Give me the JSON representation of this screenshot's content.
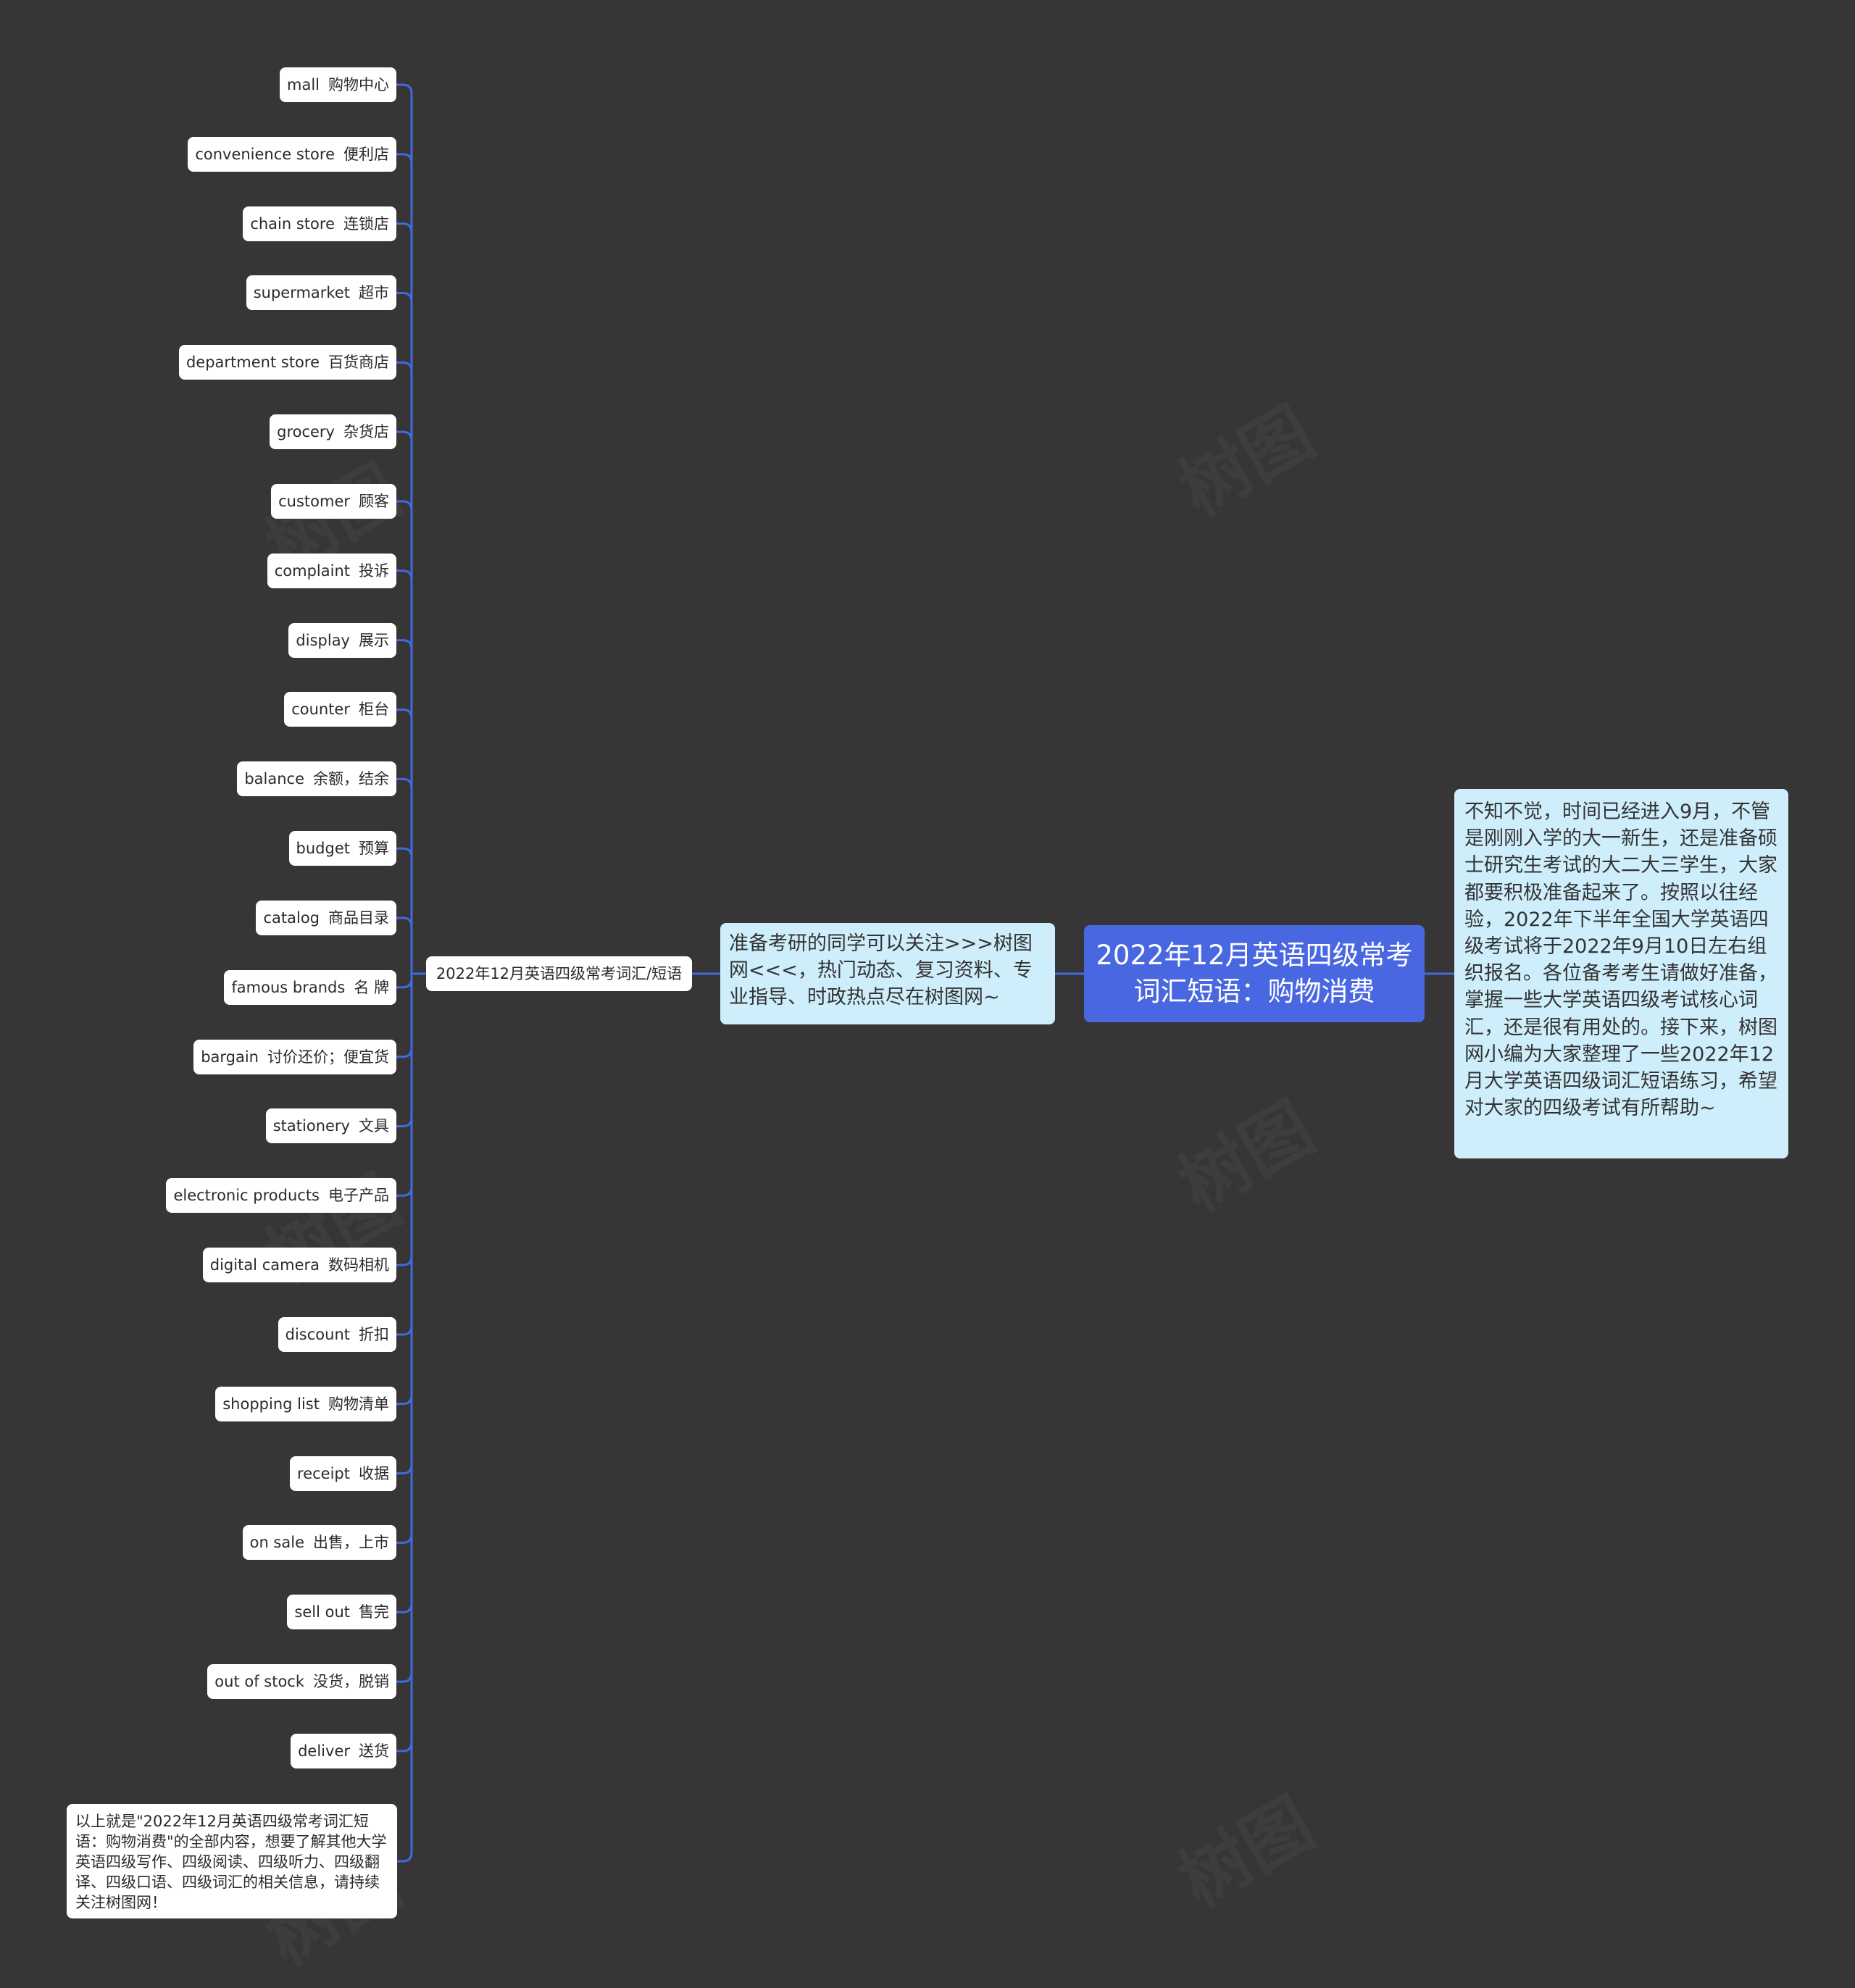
{
  "root": {
    "title": "2022年12月英语四级常考词汇短语：购物消费"
  },
  "description": "不知不觉，时间已经进入9月，不管是刚刚入学的大一新生，还是准备硕士研究生考试的大二大三学生，大家都要积极准备起来了。按照以往经验，2022年下半年全国大学英语四级考试将于2022年9月10日左右组织报名。各位备考考生请做好准备，掌握一些大学英语四级考试核心词汇，还是很有用处的。接下来，树图网小编为大家整理了一些2022年12月大学英语四级词汇短语练习，希望对大家的四级考试有所帮助~",
  "middle": {
    "text": "准备考研的同学可以关注>>>树图网<<<，热门动态、复习资料、专业指导、时政热点尽在树图网~"
  },
  "branch": {
    "label": "2022年12月英语四级常考词汇/短语"
  },
  "vocab": [
    {
      "en": "mall",
      "zh": "购物中心"
    },
    {
      "en": "convenience store",
      "zh": "便利店"
    },
    {
      "en": "chain store",
      "zh": "连锁店"
    },
    {
      "en": "supermarket",
      "zh": "超市"
    },
    {
      "en": "department store",
      "zh": "百货商店"
    },
    {
      "en": "grocery",
      "zh": "杂货店"
    },
    {
      "en": "customer",
      "zh": "顾客"
    },
    {
      "en": "complaint",
      "zh": "投诉"
    },
    {
      "en": "display",
      "zh": "展示"
    },
    {
      "en": "counter",
      "zh": "柜台"
    },
    {
      "en": "balance",
      "zh": "余额，结余"
    },
    {
      "en": "budget",
      "zh": "预算"
    },
    {
      "en": "catalog",
      "zh": "商品目录"
    },
    {
      "en": "famous brands",
      "zh": "名 牌"
    },
    {
      "en": "bargain",
      "zh": "讨价还价；便宜货"
    },
    {
      "en": "stationery",
      "zh": "文具"
    },
    {
      "en": "electronic products",
      "zh": "电子产品"
    },
    {
      "en": "digital camera",
      "zh": "数码相机"
    },
    {
      "en": "discount",
      "zh": "折扣"
    },
    {
      "en": "shopping list",
      "zh": "购物清单"
    },
    {
      "en": "receipt",
      "zh": "收据"
    },
    {
      "en": "on sale",
      "zh": "出售，上市"
    },
    {
      "en": "sell out",
      "zh": "售完"
    },
    {
      "en": "out of stock",
      "zh": "没货，脱销"
    },
    {
      "en": "deliver",
      "zh": "送货"
    }
  ],
  "summary": {
    "text": "以上就是\"2022年12月英语四级常考词汇短语：购物消费\"的全部内容，想要了解其他大学英语四级写作、四级阅读、四级听力、四级翻译、四级口语、四级词汇的相关信息，请持续关注树图网！"
  },
  "watermark": "树图",
  "colors": {
    "background": "#373536",
    "root": "#4a67e2",
    "mid": "#cfeefb",
    "line": "#3f6be0",
    "leaf": "#ffffff"
  }
}
